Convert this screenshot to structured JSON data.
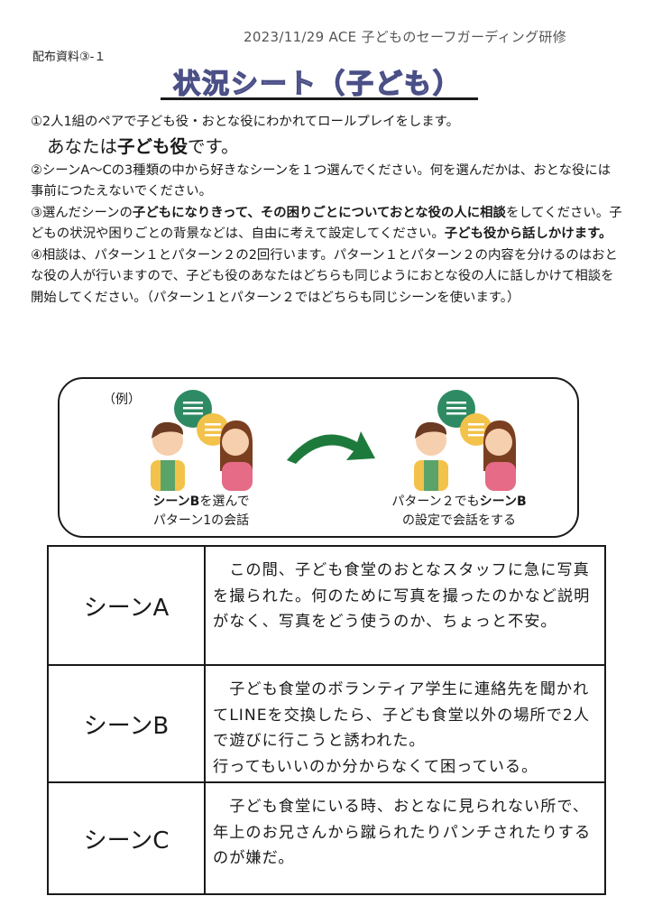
{
  "header": {
    "date_line": "2023/11/29 ACE 子どものセーフガーディング研修",
    "handout": "配布資料③-１"
  },
  "title": "状況シート（子ども）",
  "instructions": {
    "p1": "①2人1組のペアで子ども役・おとな役にわかれてロールプレイをします。",
    "role_prefix": "あなたは",
    "role_bold": "子ども役",
    "role_suffix": "です。",
    "p2": "②シーンA〜Cの3種類の中から好きなシーンを１つ選んでください。何を選んだかは、おとな役には事前につたえないでください。",
    "p3_a": "③選んだシーンの",
    "p3_bold1": "子どもになりきって、その困りごとについておとな役の人に相談",
    "p3_b": "をしてください。子どもの状況や困りごとの背景などは、自由に考えて設定してください。",
    "p3_bold2": "子ども役から話しかけます。",
    "p4": "④相談は、パターン１とパターン２の2回行います。パターン１とパターン２の内容を分けるのはおとな役の人が行いますので、子ども役のあなたはどちらも同じようにおとな役の人に話しかけて相談を開始してください。（パターン１とパターン２ではどちらも同じシーンを使います。）"
  },
  "example": {
    "label": "（例）",
    "left_caption": {
      "bold": "シーンB",
      "rest1": "を選んで",
      "line2": "パターン1の会話"
    },
    "right_caption": {
      "line1a": "パターン２でも",
      "bold": "シーンB",
      "line2": "の設定で会話をする"
    }
  },
  "scenes": [
    {
      "name": "シーンA",
      "text": "　この間、子ども食堂のおとなスタッフに急に写真を撮られた。何のために写真を撮ったのかなど説明がなく、写真をどう使うのか、ちょっと不安。"
    },
    {
      "name": "シーンB",
      "text": "　子ども食堂のボランティア学生に連絡先を聞かれてLINEを交換したら、子ども食堂以外の場所で2人で遊びに行こうと誘われた。",
      "text2": "行ってもいいのか分からなくて困っている。"
    },
    {
      "name": "シーンC",
      "text": "　子ども食堂にいる時、おとなに見られない所で、年上のお兄さんから蹴られたりパンチされたりするのが嫌だ。"
    }
  ],
  "colors": {
    "bubble_green": "#2e8a63",
    "bubble_yellow": "#f3c24a",
    "arrow_green": "#1e7a3c",
    "title_stroke": "#4a4f86"
  },
  "icons": [
    "speech-bubble-icon",
    "boy-icon",
    "woman-icon",
    "curved-arrow-icon"
  ]
}
